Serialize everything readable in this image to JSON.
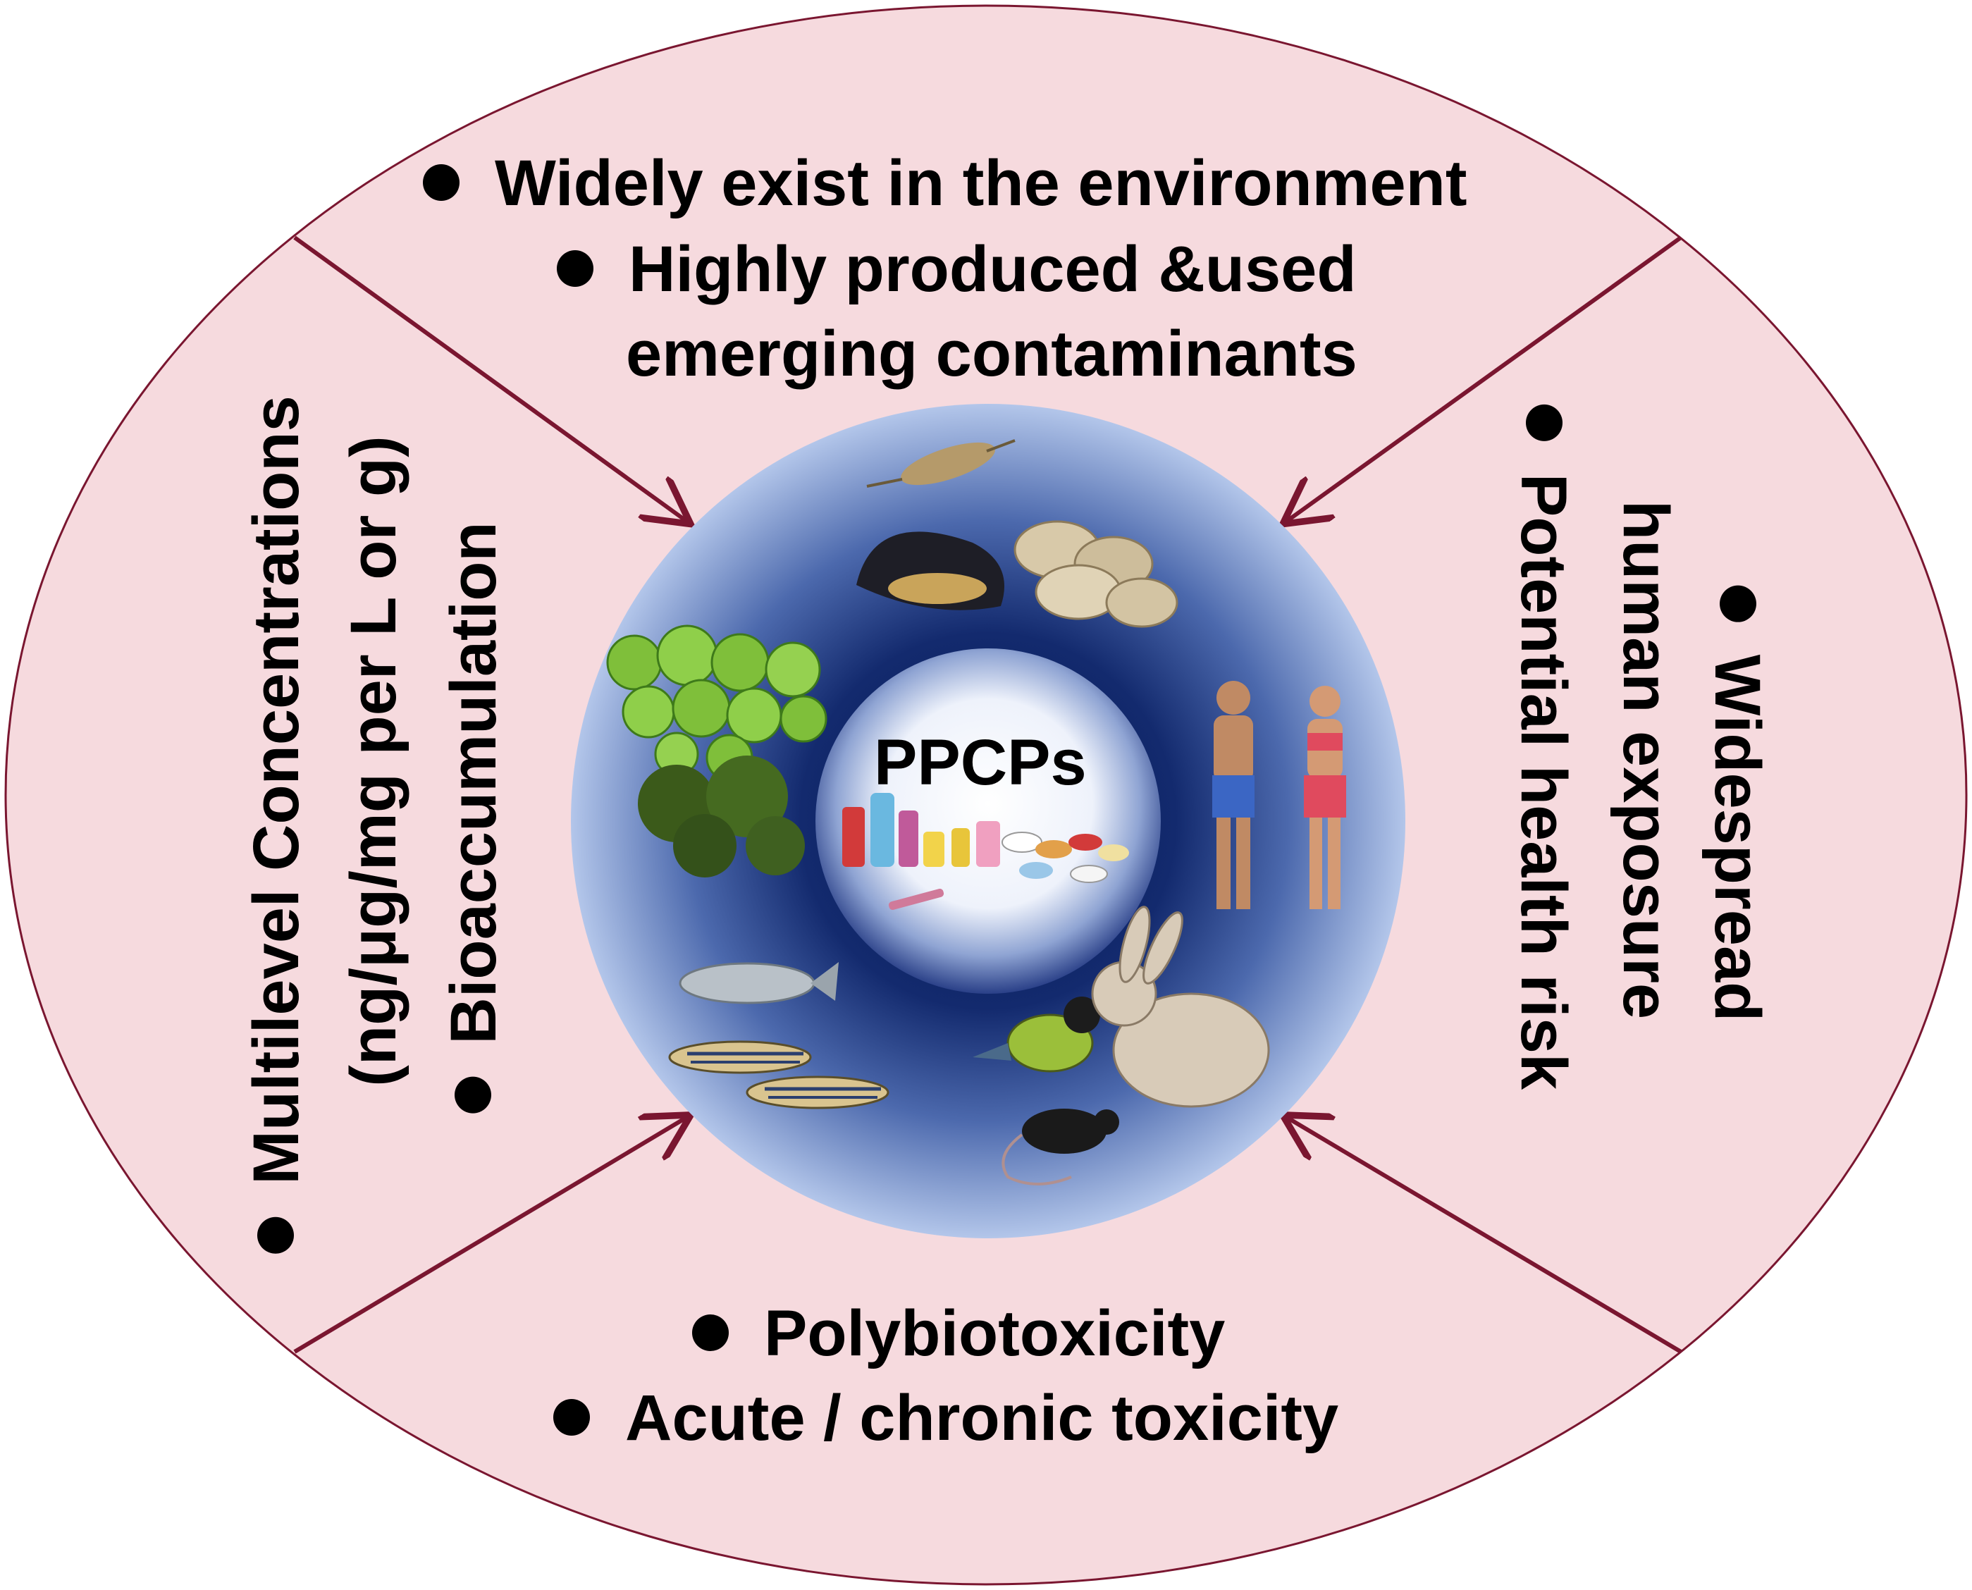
{
  "center": {
    "label": "PPCPs"
  },
  "top": {
    "bullet1": "Widely exist in the environment",
    "bullet2_line1": "Highly produced &used",
    "bullet2_line2": "emerging contaminants"
  },
  "left": {
    "bullet1": "Bioaccumulation",
    "bullet2_line1": "Multilevel Concentrations",
    "bullet2_line2": "(ng/μg/mg per L or g)"
  },
  "right": {
    "bullet1_line1": "Widespread",
    "bullet1_line2": "human exposure",
    "bullet2": "Potential health risk"
  },
  "bottom": {
    "bullet1": "Polybiotoxicity",
    "bullet2": "Acute / chronic toxicity"
  },
  "colors": {
    "outer_ellipse": "#f6dade",
    "ring": "#b0c4e8",
    "inner_dark": "#0c1d5c",
    "arrows": "#7a1630"
  }
}
